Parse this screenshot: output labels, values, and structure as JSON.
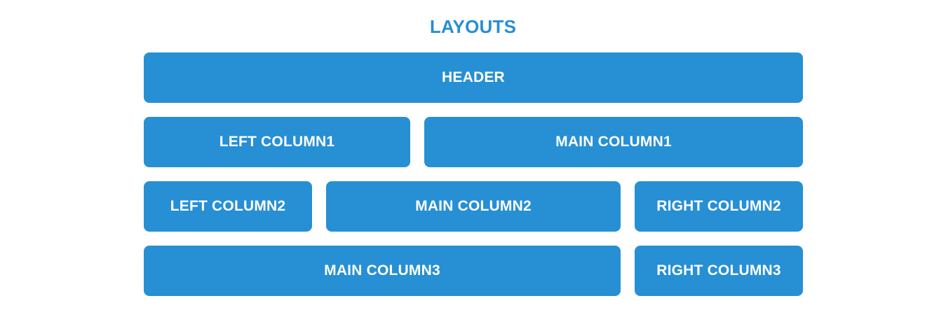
{
  "page": {
    "title": "LAYOUTS"
  },
  "layout_blocks": {
    "header": "HEADER",
    "left_column1": "LEFT COLUMN1",
    "main_column1": "MAIN COLUMN1",
    "left_column2": "LEFT COLUMN2",
    "main_column2": "MAIN COLUMN2",
    "right_column2": "RIGHT COLUMN2",
    "main_column3": "MAIN COLUMN3",
    "right_column3": "RIGHT COLUMN3"
  },
  "colors": {
    "accent": "#278fd3",
    "text_on_accent": "#ffffff",
    "background": "#ffffff"
  }
}
